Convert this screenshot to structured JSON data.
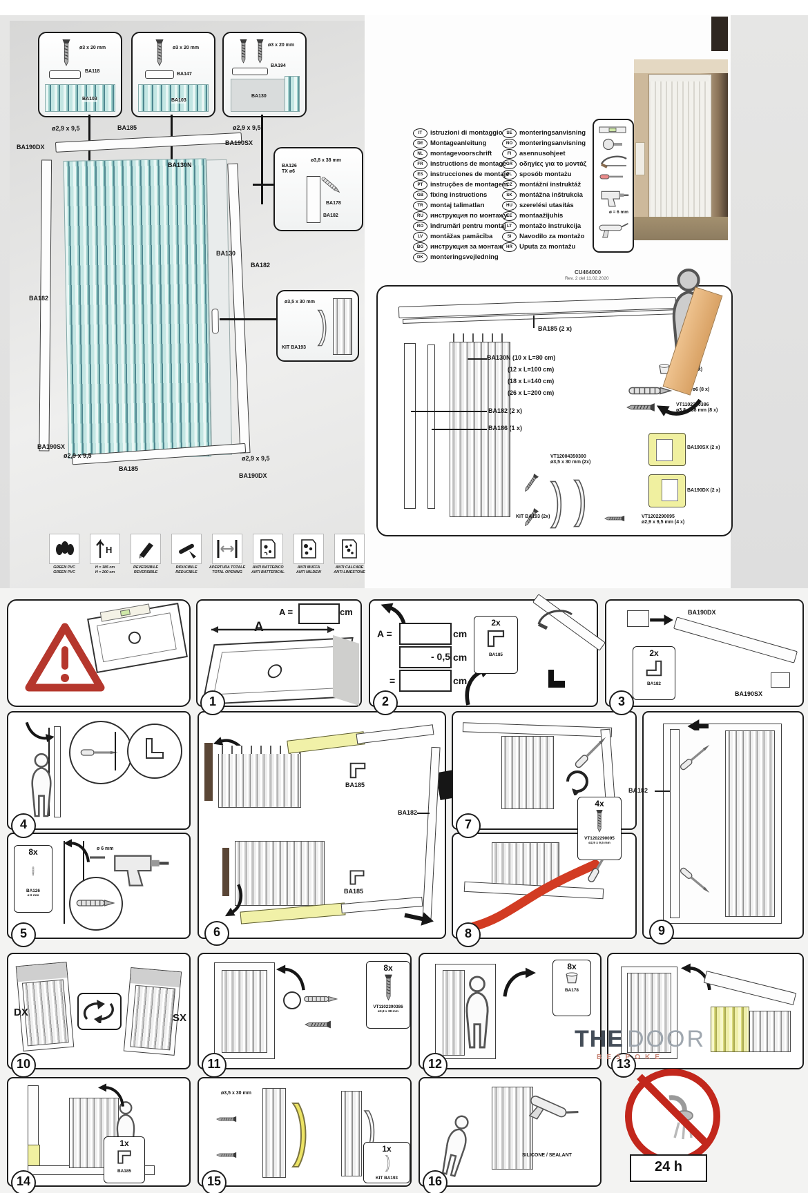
{
  "doc": {
    "code": "CU464000",
    "rev": "Rev. 2 del 11.02.2020"
  },
  "callouts": [
    {
      "screw": "ø3 x 20 mm",
      "part_a": "BA118",
      "part_b": "BA103"
    },
    {
      "screw": "ø3 x 20 mm",
      "part_a": "BA147",
      "part_b": "BA103"
    },
    {
      "screw": "ø3 x 20 mm",
      "part_a": "BA194",
      "part_b": "BA130"
    }
  ],
  "exploded_labels": [
    "ø2,9 x 9,5",
    "BA190DX",
    "BA185",
    "ø2,9 x 9,5",
    "BA190SX",
    "BA130N",
    "BA130",
    "BA182",
    "BA182",
    "BA190SX",
    "ø2,9 x 9,5",
    "BA185",
    "ø2,9 x 9,5",
    "BA190DX"
  ],
  "inset_wall": {
    "part_a_l1": "BA126",
    "part_a_l2": "TX ø6",
    "screw": "ø3,8 x 38 mm",
    "part_b": "BA178",
    "part_c": "BA182"
  },
  "inset_handle": {
    "screw": "ø3,5 x 30 mm",
    "kit": "KIT BA193"
  },
  "features": [
    {
      "l1": "GREEN PVC",
      "l2": "GREEN PVC"
    },
    {
      "l1": "H = 185 cm",
      "l2": "H = 200 cm"
    },
    {
      "l1": "REVERSIBILE",
      "l2": "REVERSIBLE"
    },
    {
      "l1": "RIDUCIBILE",
      "l2": "REDUCIBLE"
    },
    {
      "l1": "APERTURA TOTALE",
      "l2": "TOTAL OPENING"
    },
    {
      "l1": "ANTI BATTERICO",
      "l2": "ANTI BATTERICAL"
    },
    {
      "l1": "ANTI MUFFA",
      "l2": "ANTI MILDEW"
    },
    {
      "l1": "ANTI CALCARE",
      "l2": "ANTI LIMESTONE"
    }
  ],
  "languages": {
    "left": [
      {
        "code": "IT",
        "text": "istruzioni di montaggio"
      },
      {
        "code": "DE",
        "text": "Montageanleitung"
      },
      {
        "code": "NL",
        "text": "montagevoorschrift"
      },
      {
        "code": "FR",
        "text": "instructions de montage"
      },
      {
        "code": "ES",
        "text": "instrucciones de montaje"
      },
      {
        "code": "PT",
        "text": "instruções de montagem"
      },
      {
        "code": "GB",
        "text": "fixing instructions"
      },
      {
        "code": "TR",
        "text": "montaj talimatları"
      },
      {
        "code": "RU",
        "text": "инструкция по монтажу"
      },
      {
        "code": "RO",
        "text": "îndrumări pentru montaj"
      },
      {
        "code": "LV",
        "text": "montāžas pamācība"
      },
      {
        "code": "BG",
        "text": "инструкция за монтаж"
      },
      {
        "code": "DK",
        "text": "monteringsvejledning"
      }
    ],
    "right": [
      {
        "code": "SE",
        "text": "monteringsanvisning"
      },
      {
        "code": "NO",
        "text": "monteringsanvisning"
      },
      {
        "code": "FI",
        "text": "asennusohjeet"
      },
      {
        "code": "GR",
        "text": "οδηγίες για το μοντάζ"
      },
      {
        "code": "PL",
        "text": "sposób montażu"
      },
      {
        "code": "CZ",
        "text": "montážní instruktáž"
      },
      {
        "code": "SK",
        "text": "montážna inštrukcia"
      },
      {
        "code": "HU",
        "text": "szerelési utasítás"
      },
      {
        "code": "EE",
        "text": "montaažijuhis"
      },
      {
        "code": "LT",
        "text": "montažo instrukcija"
      },
      {
        "code": "SI",
        "text": "Navodilo za montažo"
      },
      {
        "code": "HR",
        "text": "Uputa za montažu"
      }
    ]
  },
  "tools": {
    "drill_bit": "ø = 6 mm"
  },
  "parts": {
    "rail": "BA185 (2 x)",
    "curtain1": "BA130N (10 x L=80 cm)",
    "curtain2": "(12 x L=100 cm)",
    "curtain3": "(18 x L=140 cm)",
    "curtain4": "(26 x L=200 cm)",
    "profiles": "BA182 (2 x)",
    "panel": "BA186 (1 x)",
    "cap": "BA178 (8 x)",
    "plug": "BA126 ø6 (8 x)",
    "screw38_code": "VT1102390386",
    "screw38_size": "ø3,8 x 38 mm (8 x)",
    "hscrew_code": "VT12004350300",
    "hscrew_size": "ø3,5 x 30 mm (2x)",
    "kit": "KIT BA193 (2x)",
    "corner_sx": "BA190SX (2 x)",
    "corner_dx": "BA190DX (2 x)",
    "screw95_code": "VT1202290095",
    "screw95_size": "ø2,9 x 9,5 mm (4 x)"
  },
  "steps": {
    "nums": [
      "1",
      "2",
      "3",
      "4",
      "5",
      "6",
      "7",
      "8",
      "9",
      "10",
      "11",
      "12",
      "13",
      "14",
      "15",
      "16"
    ],
    "s1": {
      "a": "A",
      "eq": "A =",
      "cm": "cm"
    },
    "s2": {
      "eq1": "A =",
      "cm1": "cm",
      "minus": "- 0,5",
      "cm2": "cm",
      "eq2": "=",
      "cm3": "cm",
      "qty": "2x",
      "part": "BA185"
    },
    "s3": {
      "dx": "BA190DX",
      "qty": "2x",
      "part": "BA182",
      "sx": "BA190SX"
    },
    "s5": {
      "qty": "8x",
      "part": "BA126",
      "size": "ø 6 mm",
      "drill": "ø 6 mm"
    },
    "s6": {
      "rail_top": "BA185",
      "profile": "BA182",
      "rail_bottom": "BA185"
    },
    "s7": {
      "qty": "4x",
      "code": "VT1202290095",
      "size": "ø2,9 x 9,5 mm"
    },
    "s9": {
      "profile": "BA182"
    },
    "s10": {
      "dx": "DX",
      "sx": "SX"
    },
    "s11": {
      "qty": "8x",
      "code": "VT1102390386",
      "size": "ø3,8 x 38 mm"
    },
    "s12": {
      "qty": "8x",
      "part": "BA178"
    },
    "s14": {
      "qty": "1x",
      "part": "BA185"
    },
    "s15": {
      "screw": "ø3,5 x 30 mm",
      "qty": "1x",
      "part": "KIT BA193"
    },
    "s16": {
      "sealant": "SILICONE / SEALANT"
    },
    "wait": "24 h"
  },
  "logo": {
    "w1": "THE",
    "w2": "DOOR",
    "w3": "BESPOKE"
  }
}
